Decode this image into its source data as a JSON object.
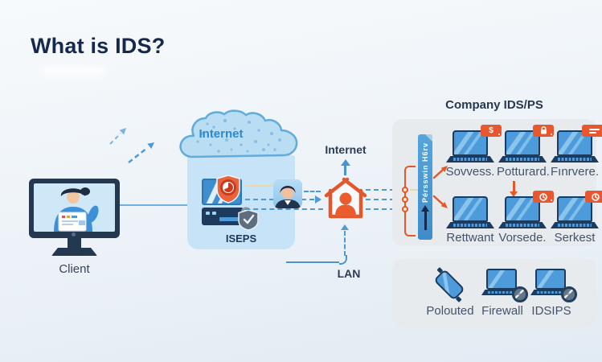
{
  "page": {
    "title": "What is IDS?"
  },
  "client": {
    "label": "Client"
  },
  "cloud": {
    "label": "Internet",
    "server_group_label": "ISEPS"
  },
  "gateway": {
    "internet_label": "Internet",
    "lan_label": "LAN"
  },
  "company": {
    "title": "Company IDS/PS",
    "sensor_bar_text": "Pérsswin H6rv",
    "laptops": [
      {
        "label": "Sovvess.",
        "badge_icon": "dollar-badge-icon"
      },
      {
        "label": "Potturard.",
        "badge_icon": "lock-badge-icon"
      },
      {
        "label": "Fınrvere.",
        "badge_icon": "alert-text-badge-icon"
      },
      {
        "label": "Rettwant",
        "badge_icon": "none"
      },
      {
        "label": "Vorsede.",
        "badge_icon": "history-badge-icon"
      },
      {
        "label": "Serkest",
        "badge_icon": "history-badge-icon"
      }
    ]
  },
  "legend": {
    "items": [
      {
        "label": "Polouted",
        "icon": "usb-device-icon"
      },
      {
        "label": "Firewall",
        "icon": "laptop-scan-icon"
      },
      {
        "label": "IDSIPS",
        "icon": "laptop-scan-icon"
      }
    ]
  },
  "colors": {
    "accent_orange": "#e4572b",
    "badge_orange": "#e8582f",
    "primary_blue": "#4d9bdb",
    "dark_navy": "#1d3a5f",
    "line_blue": "#4e9ad6",
    "cloud_fill": "#b9ddf3",
    "cloud_stroke": "#62abdd",
    "panel_gray": "#e8ebee",
    "title_navy": "#16294d"
  }
}
